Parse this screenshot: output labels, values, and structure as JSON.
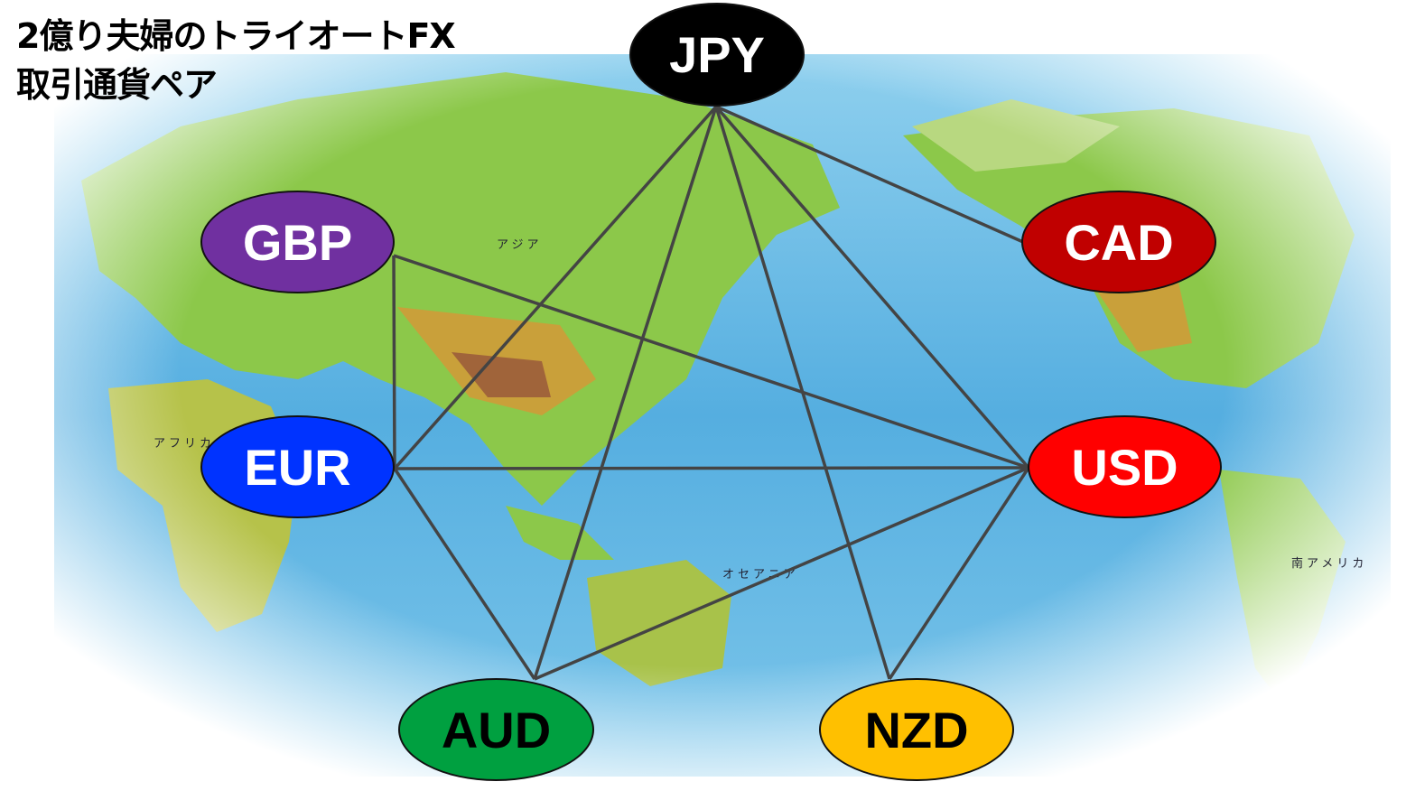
{
  "title": {
    "line1": "2億り夫婦のトライオートFX",
    "line2": "取引通貨ペア"
  },
  "map_labels": {
    "asia": "アジア",
    "africa": "アフリカ",
    "oceania": "オセアニア",
    "south_america": "南アメリカ"
  },
  "currencies": [
    {
      "id": "JPY",
      "label": "JPY",
      "color": "#000000",
      "text_color": "#ffffff"
    },
    {
      "id": "GBP",
      "label": "GBP",
      "color": "#7030a0",
      "text_color": "#ffffff"
    },
    {
      "id": "CAD",
      "label": "CAD",
      "color": "#c00000",
      "text_color": "#ffffff"
    },
    {
      "id": "EUR",
      "label": "EUR",
      "color": "#0033ff",
      "text_color": "#ffffff"
    },
    {
      "id": "USD",
      "label": "USD",
      "color": "#ff0000",
      "text_color": "#ffffff"
    },
    {
      "id": "AUD",
      "label": "AUD",
      "color": "#00a040",
      "text_color": "#000000"
    },
    {
      "id": "NZD",
      "label": "NZD",
      "color": "#ffc000",
      "text_color": "#000000"
    }
  ],
  "pairs": [
    [
      "JPY",
      "EUR"
    ],
    [
      "JPY",
      "AUD"
    ],
    [
      "JPY",
      "NZD"
    ],
    [
      "JPY",
      "USD"
    ],
    [
      "JPY",
      "CAD"
    ],
    [
      "GBP",
      "EUR"
    ],
    [
      "GBP",
      "USD"
    ],
    [
      "EUR",
      "USD"
    ],
    [
      "EUR",
      "AUD"
    ],
    [
      "AUD",
      "USD"
    ],
    [
      "NZD",
      "USD"
    ]
  ]
}
